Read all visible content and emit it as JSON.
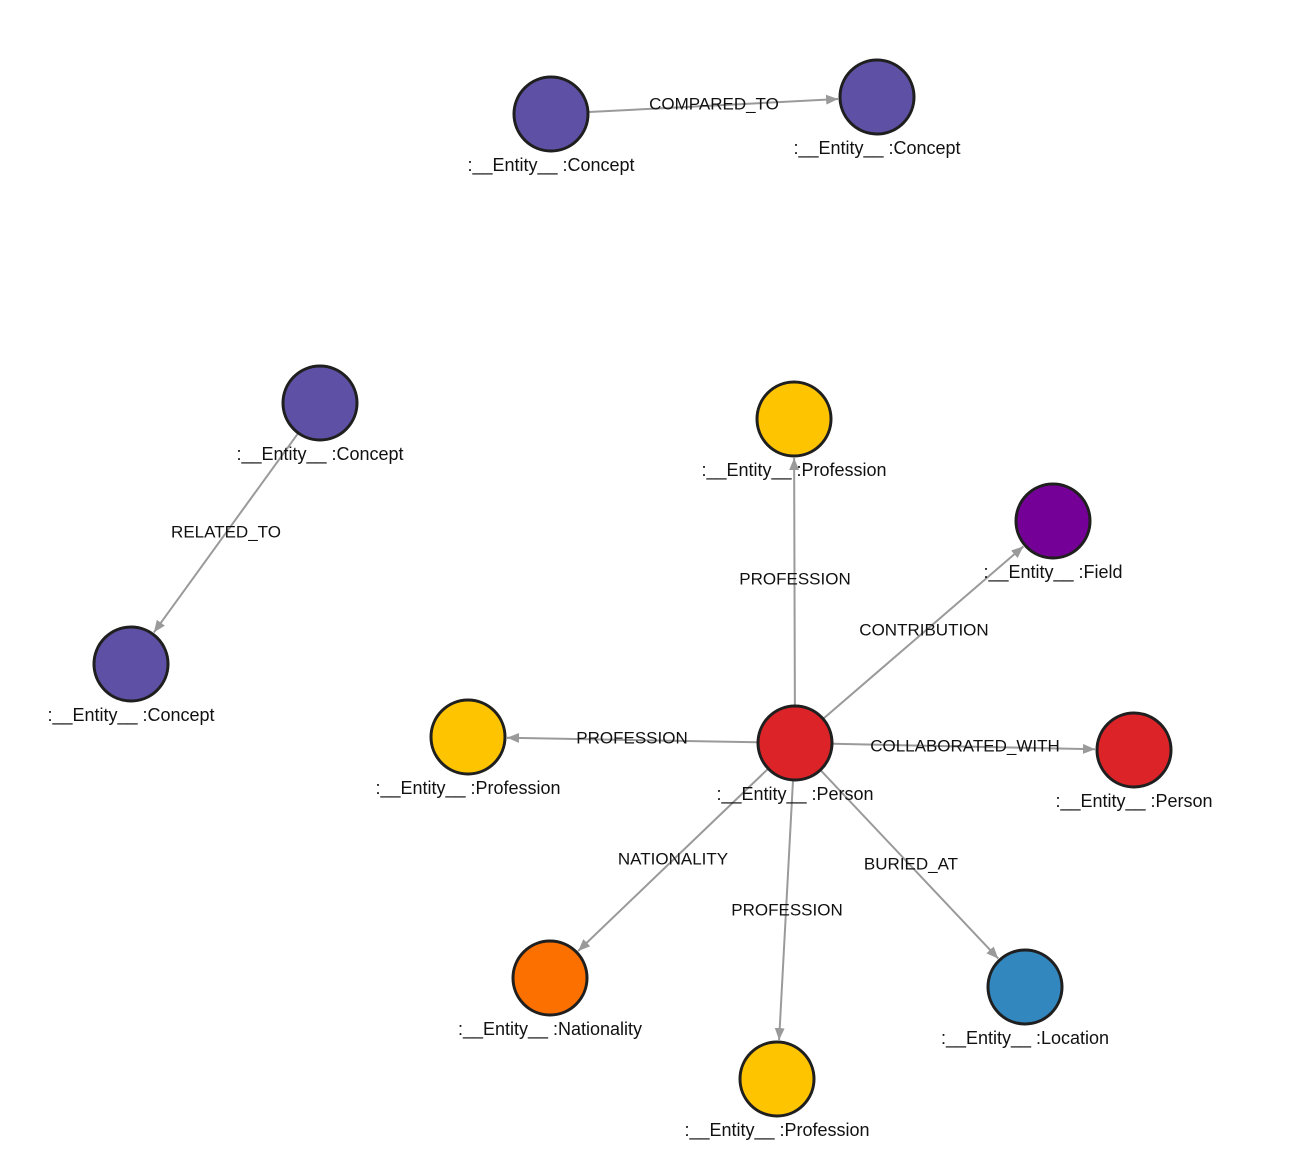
{
  "colors": {
    "concept": "#5e50a4",
    "profession": "#ffc400",
    "field": "#740097",
    "person": "#dc2328",
    "nationality": "#fc7000",
    "location": "#3287bf",
    "edge": "#9a9a9a",
    "node_border": "#1f1f1f"
  },
  "nodes": [
    {
      "id": "n1",
      "label": ":__Entity__ :Concept",
      "type": "concept"
    },
    {
      "id": "n2",
      "label": ":__Entity__ :Concept",
      "type": "concept"
    },
    {
      "id": "n3",
      "label": ":__Entity__ :Concept",
      "type": "concept"
    },
    {
      "id": "n4",
      "label": ":__Entity__ :Concept",
      "type": "concept"
    },
    {
      "id": "n5",
      "label": ":__Entity__ :Profession",
      "type": "profession"
    },
    {
      "id": "n6",
      "label": ":__Entity__ :Field",
      "type": "field"
    },
    {
      "id": "n7",
      "label": ":__Entity__ :Profession",
      "type": "profession"
    },
    {
      "id": "n8",
      "label": ":__Entity__ :Person",
      "type": "person"
    },
    {
      "id": "n9",
      "label": ":__Entity__ :Person",
      "type": "person"
    },
    {
      "id": "n10",
      "label": ":__Entity__ :Nationality",
      "type": "nationality"
    },
    {
      "id": "n11",
      "label": ":__Entity__ :Profession",
      "type": "profession"
    },
    {
      "id": "n12",
      "label": ":__Entity__ :Location",
      "type": "location"
    }
  ],
  "edges": [
    {
      "from": "n1",
      "to": "n2",
      "label": "COMPARED_TO"
    },
    {
      "from": "n3",
      "to": "n4",
      "label": "RELATED_TO"
    },
    {
      "from": "n8",
      "to": "n5",
      "label": "PROFESSION"
    },
    {
      "from": "n8",
      "to": "n6",
      "label": "CONTRIBUTION"
    },
    {
      "from": "n8",
      "to": "n7",
      "label": "PROFESSION"
    },
    {
      "from": "n8",
      "to": "n9",
      "label": "COLLABORATED_WITH"
    },
    {
      "from": "n8",
      "to": "n10",
      "label": "NATIONALITY"
    },
    {
      "from": "n8",
      "to": "n11",
      "label": "PROFESSION"
    },
    {
      "from": "n8",
      "to": "n12",
      "label": "BURIED_AT"
    }
  ]
}
